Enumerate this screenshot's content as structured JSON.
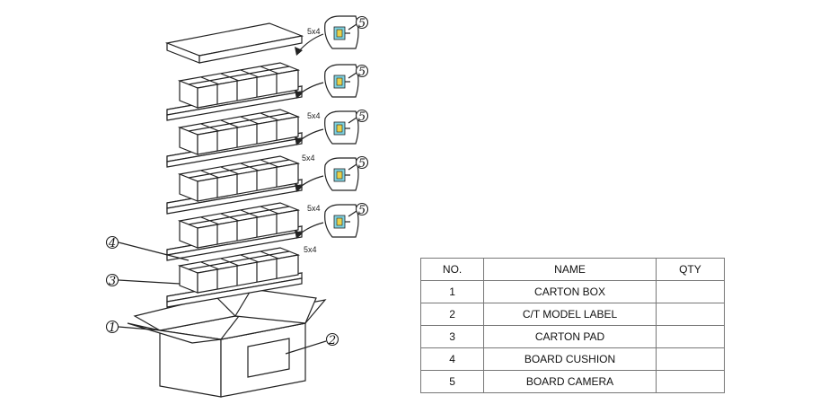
{
  "table": {
    "headers": {
      "no": "NO.",
      "name": "NAME",
      "qty": "QTY"
    },
    "rows": [
      {
        "no": "1",
        "name": "CARTON BOX",
        "qty": ""
      },
      {
        "no": "2",
        "name": "C/T MODEL LABEL",
        "qty": ""
      },
      {
        "no": "3",
        "name": "CARTON PAD",
        "qty": ""
      },
      {
        "no": "4",
        "name": "BOARD CUSHION",
        "qty": ""
      },
      {
        "no": "5",
        "name": "BOARD CAMERA",
        "qty": ""
      }
    ]
  },
  "drawing": {
    "callouts": [
      "1",
      "2",
      "3",
      "4",
      "5"
    ],
    "grid_labels": [
      "5x4",
      "5x4",
      "5x4",
      "5x4",
      "5x4"
    ],
    "colors": {
      "line": "#222222",
      "camera_accent": "#7fd3e0",
      "camera_accent_2": "#e8d24a"
    }
  }
}
